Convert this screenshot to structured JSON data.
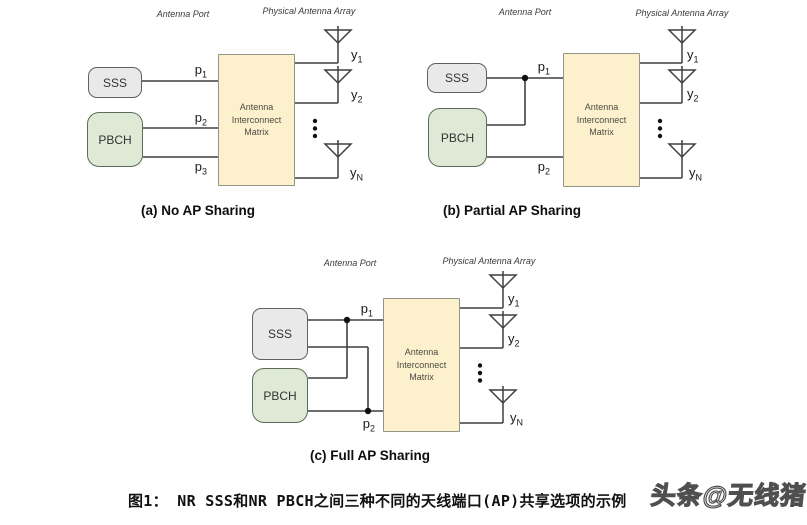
{
  "labels": {
    "antenna_port": "Antenna Port",
    "physical_antenna_array": "Physical Antenna Array",
    "sss": "SSS",
    "pbch": "PBCH",
    "matrix_lines": [
      "Antenna",
      "Interconnect",
      "Matrix"
    ]
  },
  "diagrams": [
    {
      "caption": "(a) No AP Sharing",
      "ports": [
        {
          "base": "p",
          "sub": "1"
        },
        {
          "base": "p",
          "sub": "2"
        },
        {
          "base": "p",
          "sub": "3"
        }
      ],
      "antennas": [
        {
          "base": "y",
          "sub": "1"
        },
        {
          "base": "y",
          "sub": "2"
        },
        {
          "base": "y",
          "sub": "N"
        }
      ]
    },
    {
      "caption": "(b) Partial AP Sharing",
      "ports": [
        {
          "base": "p",
          "sub": "1"
        },
        {
          "base": "p",
          "sub": "2"
        }
      ],
      "antennas": [
        {
          "base": "y",
          "sub": "1"
        },
        {
          "base": "y",
          "sub": "2"
        },
        {
          "base": "y",
          "sub": "N"
        }
      ]
    },
    {
      "caption": "(c) Full AP Sharing",
      "ports": [
        {
          "base": "p",
          "sub": "1"
        },
        {
          "base": "p",
          "sub": "2"
        }
      ],
      "antennas": [
        {
          "base": "y",
          "sub": "1"
        },
        {
          "base": "y",
          "sub": "2"
        },
        {
          "base": "y",
          "sub": "N"
        }
      ]
    }
  ],
  "figure_caption": "图1：  NR SSS和NR PBCH之间三种不同的天线端口(AP)共享选项的示例",
  "watermark": "头条@无线猪",
  "colors": {
    "sss_fill": "#e9e9e9",
    "sss_border": "#606060",
    "pbch_fill": "#dfead6",
    "pbch_border": "#5c6b57",
    "matrix_fill": "#fdf0cc",
    "matrix_border": "#94948a",
    "wire": "#3f3f3f"
  }
}
